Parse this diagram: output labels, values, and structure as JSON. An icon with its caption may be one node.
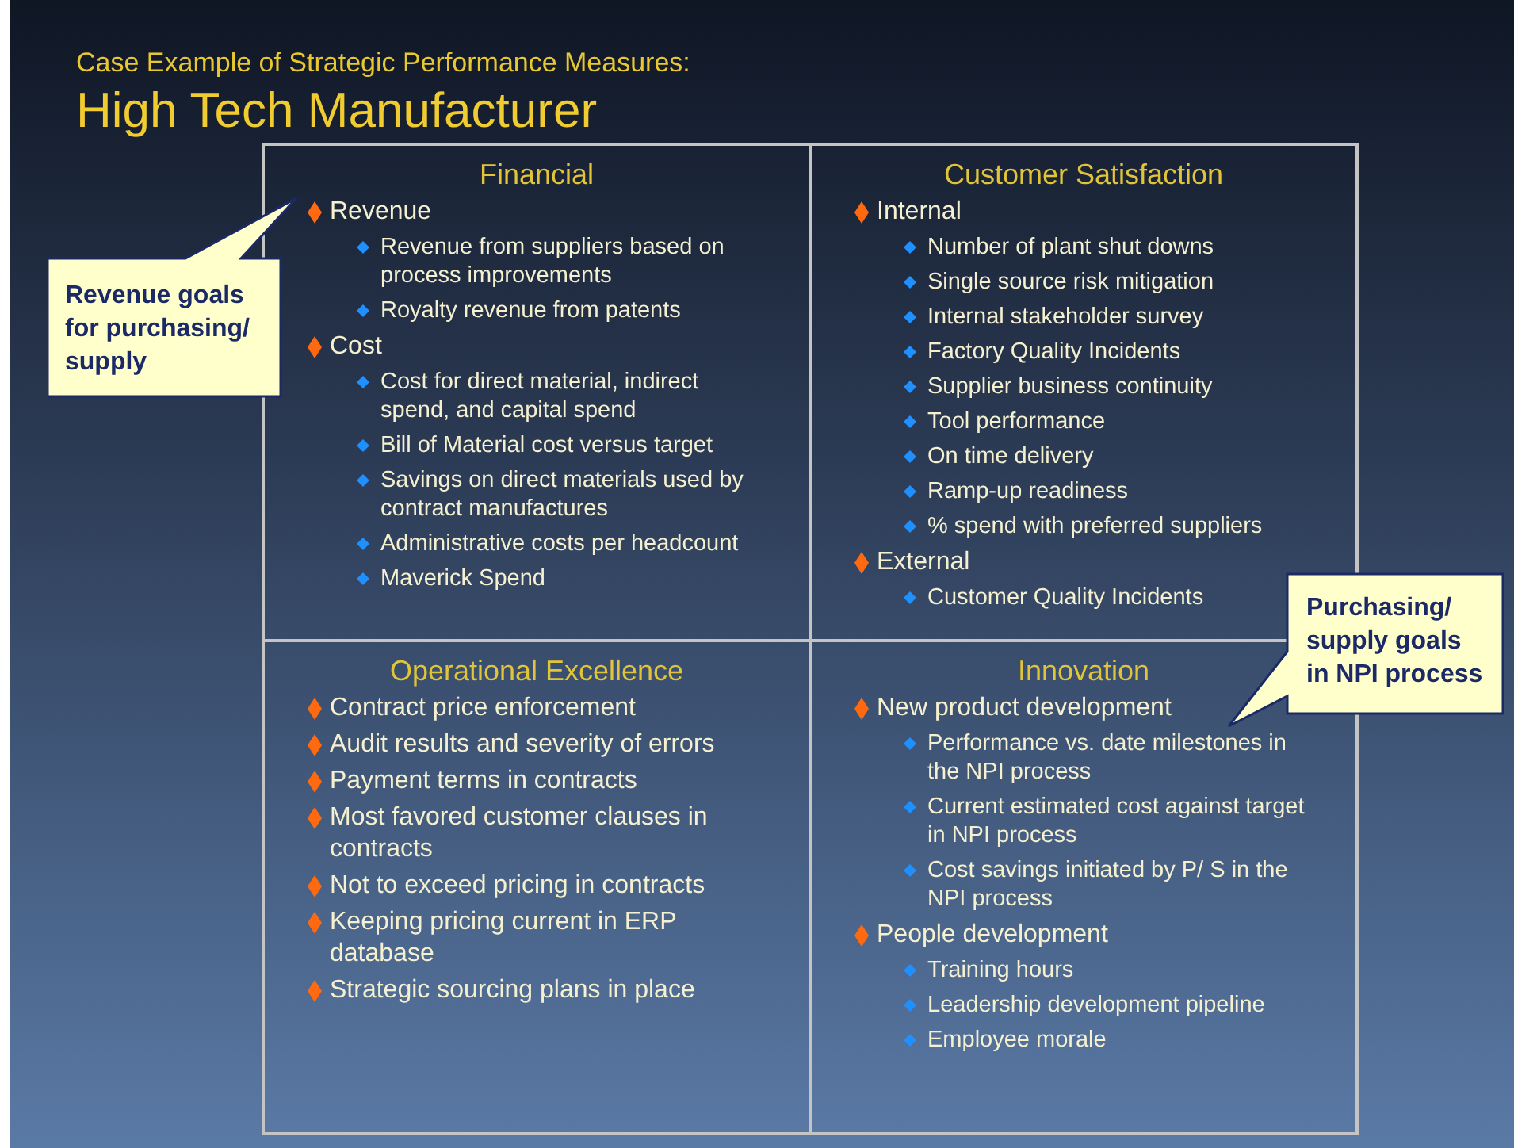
{
  "diagram": {
    "title": "High Tech Manufacturer",
    "nodes": [
      {
        "text": [
          "Revenue goals for purchasing/ supply"
        ]
      },
      {
        "text": [
          "Financial",
          "Revenue",
          "Revenue from suppliers based on process improvements",
          "Royalty revenue from patents",
          "Cost",
          "Cost for direct material, indirect spend, and capital spend",
          "Bill of Material cost versus target",
          "Savings on direct materials used by contract manufactures",
          "Administrative costs per headcount",
          "Maverick Spend"
        ]
      },
      {
        "text": [
          "Customer Satisfaction",
          "Internal",
          "Number of  plant shut downs",
          "Single source risk mitigation",
          "Internal stakeholder survey",
          "Factory Quality Incidents",
          "Supplier business continuity",
          "Tool performance",
          "On time delivery",
          "Ramp-up readiness",
          "% spend with preferred suppliers",
          "External",
          "Customer Quality Incidents"
        ]
      },
      {
        "text": [
          "Purchasing/ supply goals in NPI process"
        ]
      },
      {
        "text": [
          "Operational Excellence",
          "Contract price enforcement",
          "Audit results and severity of errors",
          "Payment terms in contracts",
          "Most favored customer clauses in contracts",
          "Not to exceed pricing in contracts",
          "Keeping pricing current in ERP database",
          "Strategic sourcing plans in place"
        ]
      },
      {
        "text": [
          "Innovation",
          "New product development",
          "Performance vs. date milestones in the NPI process",
          "Current estimated cost against target in NPI process",
          "Cost savings initiated by P/ S in the NPI process",
          "People development",
          "Training hours",
          "Leadership development pipeline",
          "Employee morale"
        ]
      }
    ],
    "labels": [
      "Case Example of Strategic Performance Measures:"
    ]
  }
}
